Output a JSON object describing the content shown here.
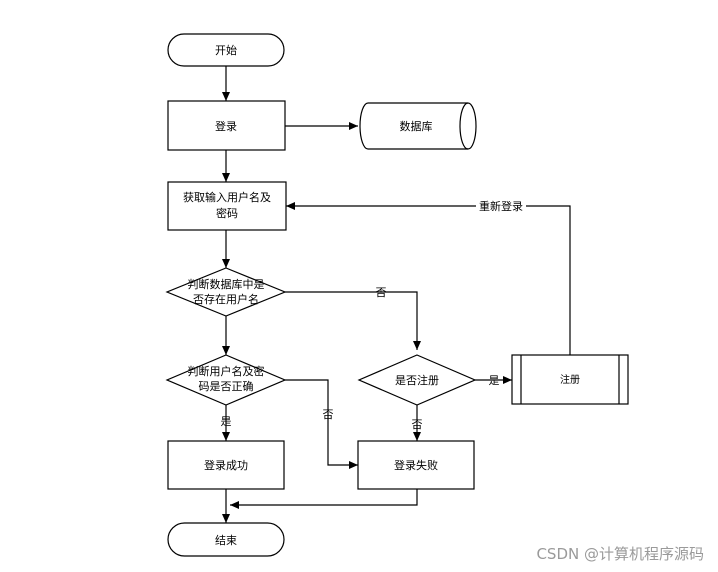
{
  "nodes": {
    "start": "开始",
    "login": "登录",
    "database": "数据库",
    "get_input_line1": "获取输入用户名及",
    "get_input_line2": "密码",
    "check_exist_line1": "判断数据库中是",
    "check_exist_line2": "否存在用户名",
    "check_pwd_line1": "判断用户名及密",
    "check_pwd_line2": "码是否正确",
    "is_register": "是否注册",
    "register": "注册",
    "login_success": "登录成功",
    "login_fail": "登录失败",
    "end": "结束"
  },
  "edges": {
    "relogin": "重新登录",
    "no_exist": "否",
    "yes_pwd": "是",
    "no_pwd": "否",
    "yes_register": "是",
    "no_register": "否"
  },
  "watermark": "CSDN @计算机程序源码"
}
